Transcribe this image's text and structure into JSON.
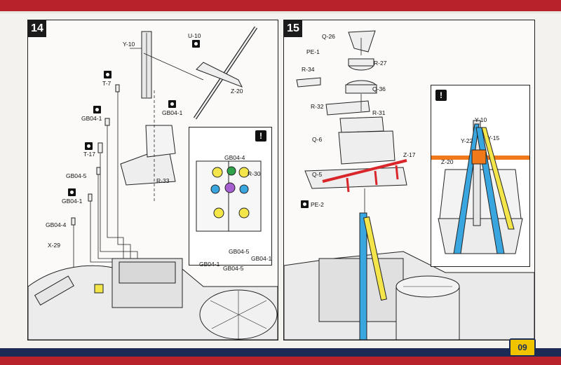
{
  "page": {
    "number": "09"
  },
  "step14": {
    "badge": "14",
    "labels": {
      "y10": "Y-10",
      "u10": "U-10",
      "z20": "Z-20",
      "t7": "T-7",
      "gb041_a": "GB04-1",
      "gb041_b": "GB04-1",
      "t17": "T-17",
      "gb045": "GB04-5",
      "gb041_c": "GB04-1",
      "gb044": "GB04-4",
      "x29": "X-29",
      "r33": "R-33"
    },
    "inset": {
      "gb044": "GB04-4",
      "r30": "R-30",
      "gb045": "GB04-5",
      "gb041_left": "GB04-1",
      "gb041_right": "GB04-1"
    }
  },
  "step15": {
    "badge": "15",
    "labels": {
      "q26": "Q-26",
      "pe1": "PE-1",
      "r27": "R-27",
      "r34": "R-34",
      "q36": "Q-36",
      "r32": "R-32",
      "r31": "R-31",
      "q6": "Q-6",
      "z17": "Z-17",
      "q5": "Q-5",
      "pe2": "PE-2"
    },
    "inset": {
      "y10": "Y-10",
      "y22": "Y-22",
      "y15": "Y-15",
      "z20": "Z-20"
    }
  },
  "colors": {
    "red_band": "#b8222b",
    "navy_band": "#1b2b55",
    "page_badge": "#f1c400",
    "highlight_yellow": "#f3e54a",
    "highlight_blue": "#3aa6e0",
    "highlight_green": "#2fa34a",
    "highlight_purple": "#a65fd0",
    "highlight_red": "#d8262b",
    "highlight_orange": "#f07a1a"
  }
}
